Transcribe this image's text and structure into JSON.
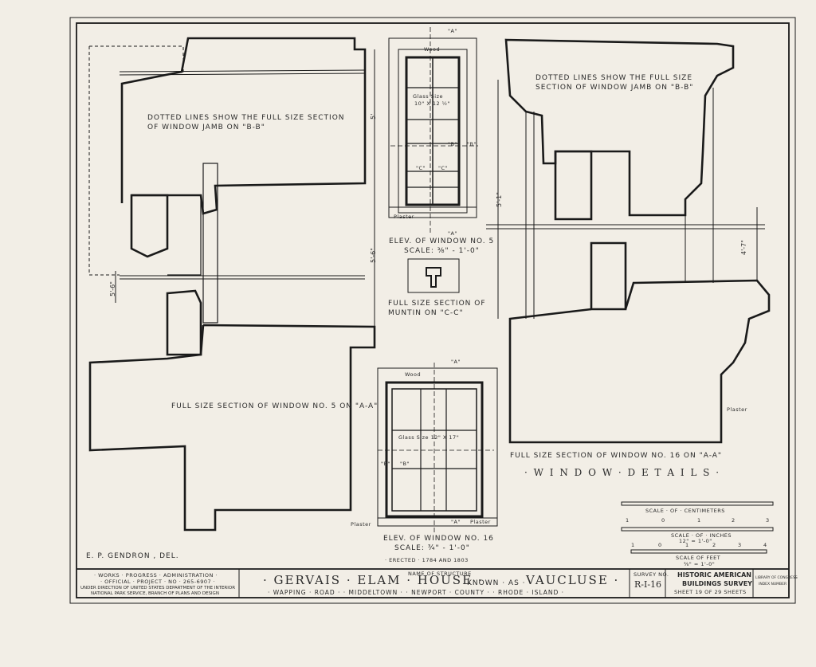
{
  "notes": {
    "dotted_left_1": "DOTTED LINES SHOW  THE FULL SIZE SECTION",
    "dotted_left_2": "OF WINDOW JAMB ON \"B-B\"",
    "dotted_right_1": "DOTTED LINES SHOW  THE FULL SIZE",
    "dotted_right_2": "SECTION OF WINDOW JAMB ON \"B-B\"",
    "section_5": "FULL SIZE SECTION OF WINDOW NO. 5 ON \"A-A\"",
    "section_16": "FULL SIZE SECTION OF WINDOW NO. 16 ON \"A-A\"",
    "plaster": "Plaster",
    "plaster_r": "Plaster",
    "wood": "Wood",
    "glass_5a": "Glass  Size",
    "glass_5b": "10\" X  12 ½\"",
    "glass_16": "Glass  Size   12\" X 17\"",
    "elev5_title": "ELEV. OF WINDOW NO. 5",
    "elev5_scale": "SCALE: ⅜\" - 1'-0\"",
    "muntin_1": "FULL SIZE SECTION OF",
    "muntin_2": "MUNTIN ON \"C-C\"",
    "elev16_title": "ELEV. OF WINDOW NO. 16",
    "elev16_scale": "SCALE: ¾\" - 1'-0\"",
    "erected": "· ERECTED · 1784 AND 1803",
    "window_details": "· W I N D O W · D E T A I L S ·",
    "delineator": "E. P. GENDRON ,  DEL.",
    "mark_a": "\"A\"",
    "mark_b": "\"B\"",
    "mark_c": "\"C\"",
    "dim_left": "5'-6\"",
    "dim_mid": "5'-6\"",
    "dim_mid_top": "5'",
    "dim_right": "5'-1\"",
    "dim_right2": "4'-7\""
  },
  "scales": {
    "centimeters": "SCALE · OF · CENTIMETERS",
    "cm_ticks": [
      "1",
      "0",
      "1",
      "2",
      "3"
    ],
    "inches": "SCALE · OF · INCHES",
    "inches_sub": "12\" = 1'-0\"",
    "in_ticks": [
      "1",
      "0",
      "1",
      "2",
      "3",
      "4"
    ],
    "feet": "SCALE OF FEET",
    "feet_sub": "⅜\" = 1'-0\""
  },
  "title_block": {
    "wpa_1": "· WORKS · PROGRESS · ADMINISTRATION ·",
    "wpa_2": "· OFFICIAL · PROJECT · NO · 265-6907 ·",
    "wpa_3": "UNDER DIRECTION OF UNITED STATES DEPARTMENT OF THE INTERIOR",
    "wpa_4": "NATIONAL PARK SERVICE, BRANCH OF PLANS AND DESIGN",
    "name_label": "NAME OF STRUCTURE",
    "structure_name": "· GERVAIS · ELAM · HOUSE ·",
    "known_as": "KNOWN · AS ·",
    "alt_name": "VAUCLUSE ·",
    "location": "· WAPPING · ROAD · · MIDDELTOWN · · NEWPORT · COUNTY · · RHODE · ISLAND ·",
    "survey_label": "SURVEY NO.",
    "survey_no": "R-I-16",
    "habs_1": "HISTORIC AMERICAN",
    "habs_2": "BUILDINGS SURVEY",
    "sheet": "SHEET  19  OF  29  SHEETS",
    "library_1": "LIBRARY OF CONGRESS",
    "library_2": "INDEX NUMBER"
  }
}
